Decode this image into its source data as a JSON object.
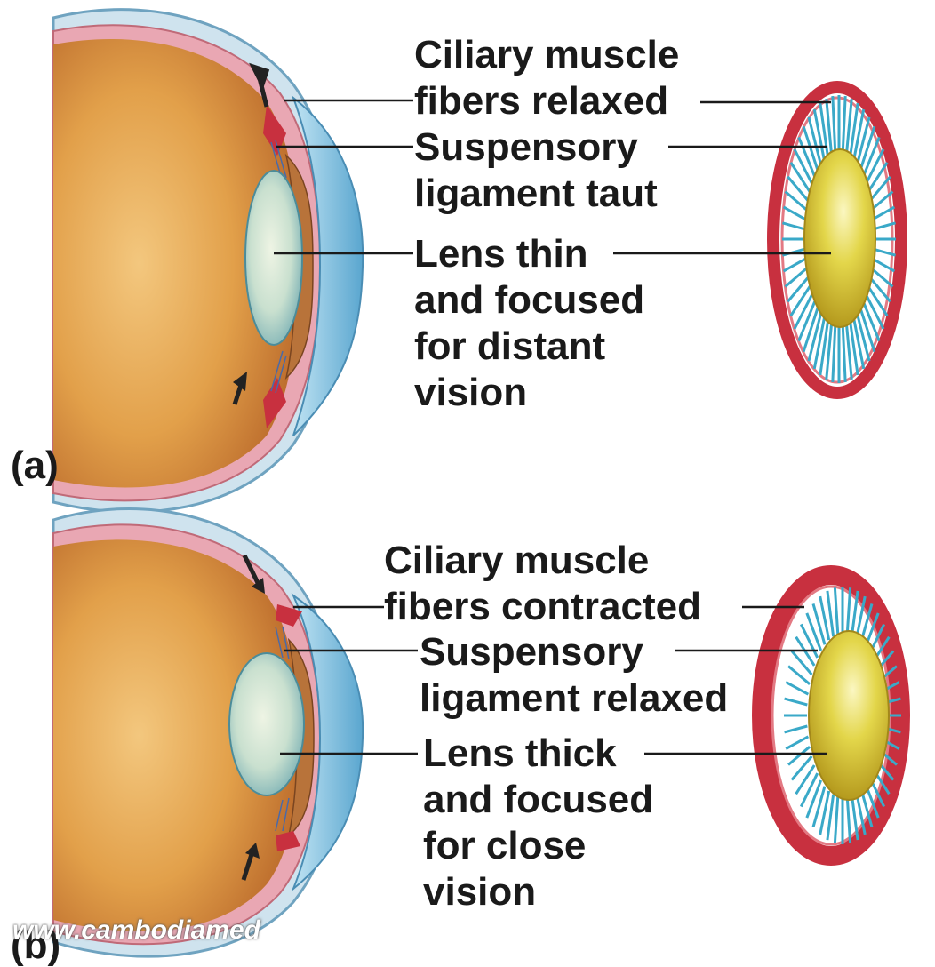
{
  "panel_a": {
    "tag": "(a)",
    "labels": [
      [
        "Ciliary muscle",
        "fibers relaxed"
      ],
      [
        "Suspensory",
        "ligament taut"
      ],
      [
        "Lens thin",
        "and focused",
        "for distant",
        "vision"
      ]
    ]
  },
  "panel_b": {
    "tag": "(b)",
    "labels": [
      [
        "Ciliary muscle",
        "fibers contracted"
      ],
      [
        "Suspensory",
        "ligament relaxed"
      ],
      [
        "Lens thick",
        "and focused",
        "for close",
        "vision"
      ]
    ]
  },
  "watermark": "www.cambodiamed",
  "colors": {
    "eye_interior": "#d9913a",
    "ciliary_ring": "#c8303f",
    "ligament_fibers": "#3aa9c8",
    "lens": "#d8c83a",
    "cornea": "#7ec6e6"
  }
}
